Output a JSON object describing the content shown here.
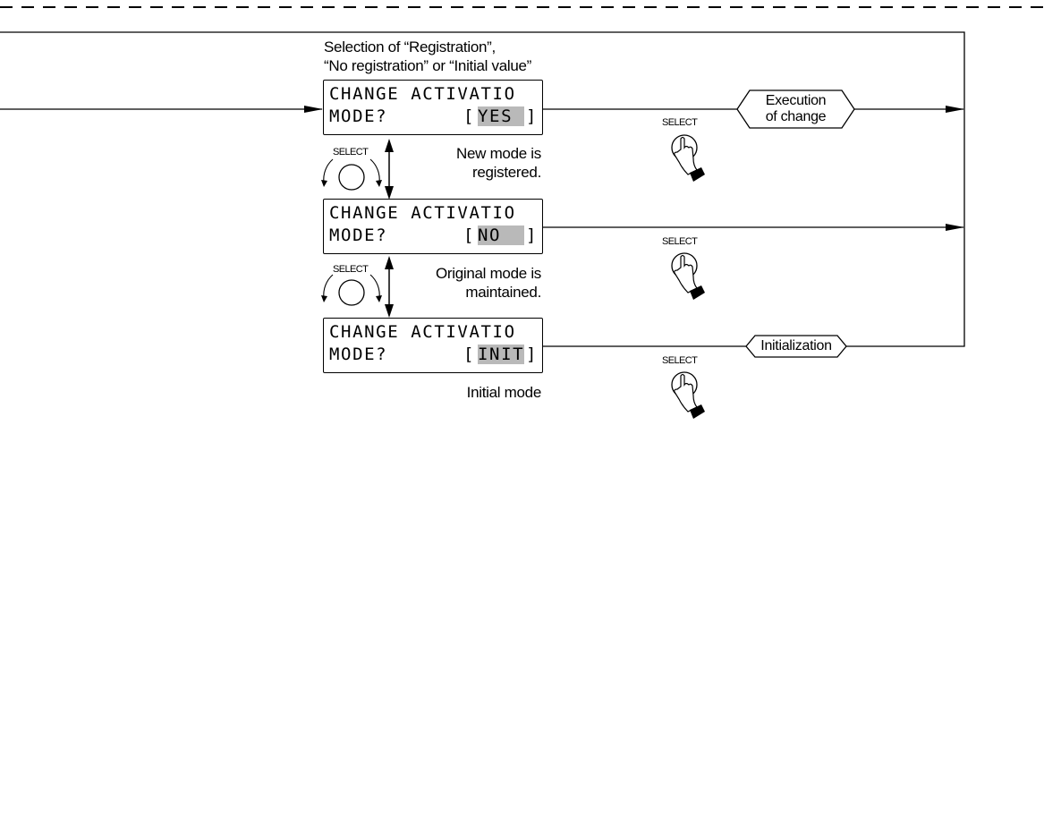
{
  "header": {
    "caption_line1": "Selection of “Registration”,",
    "caption_line2": "“No registration” or “Initial value”"
  },
  "screens": [
    {
      "line1": "CHANGE ACTIVATIO",
      "prefix": "MODE?",
      "open_bracket": "[",
      "option": "YES ",
      "close_bracket": "]"
    },
    {
      "line1": "CHANGE ACTIVATIO",
      "prefix": "MODE?",
      "open_bracket": "[",
      "option": "NO  ",
      "close_bracket": "]"
    },
    {
      "line1": "CHANGE ACTIVATIO",
      "prefix": "MODE?",
      "open_bracket": "[",
      "option": "INIT",
      "close_bracket": "]"
    }
  ],
  "notes": {
    "yes_line1": "New mode is",
    "yes_line2": "registered.",
    "no_line1": "Original mode is",
    "no_line2": "maintained.",
    "init": "Initial mode"
  },
  "dial_label": "SELECT",
  "press_label": "SELECT",
  "tags": {
    "execution_line1": "Execution",
    "execution_line2": "of change",
    "initialization": "Initialization"
  }
}
